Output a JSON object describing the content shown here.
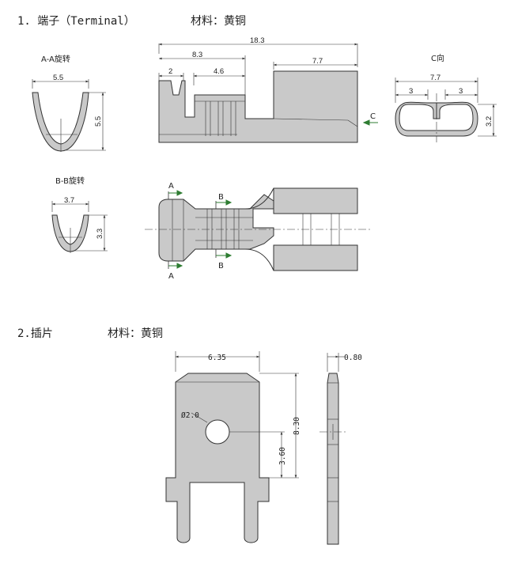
{
  "section1": {
    "title": "1. 端子（Terminal）",
    "material": "材料：黄铜",
    "view_aa": "A-A旋转",
    "view_bb": "B-B旋转",
    "view_c": "C向",
    "arrow_c": "C",
    "marker_a": "A",
    "marker_b": "B",
    "dims": {
      "aa_width": "5.5",
      "aa_height": "5.5",
      "bb_width": "3.7",
      "bb_height": "3.3",
      "total_length": "18.3",
      "front_length": "8.3",
      "seg1": "2",
      "seg2": "4.6",
      "rear_length": "7.7",
      "c_width": "7.7",
      "c_left": "3",
      "c_right": "3",
      "c_height": "3.2"
    }
  },
  "section2": {
    "title": "2.插片",
    "material": "材料：黄铜",
    "dims": {
      "width": "6.35",
      "hole": "Ø2.0",
      "height": "8.30",
      "hole_pos": "3.60",
      "thickness": "0.80"
    }
  },
  "colors": {
    "part_fill": "#c9c9c9",
    "line": "#333333",
    "arrow": "#2e7d32"
  }
}
